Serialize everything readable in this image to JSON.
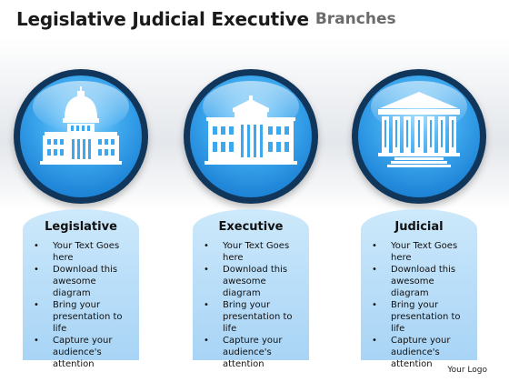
{
  "header": {
    "title": "Legislative Judicial Executive",
    "subtitle": "Branches"
  },
  "columns": [
    {
      "title": "Legislative",
      "icon": "capitol-building-icon",
      "bullets": [
        "Your Text Goes here",
        "Download this awesome diagram",
        "Bring your presentation to life",
        "Capture your audience's attention"
      ]
    },
    {
      "title": "Executive",
      "icon": "white-house-icon",
      "bullets": [
        "Your Text Goes here",
        "Download this awesome diagram",
        "Bring your presentation to life",
        "Capture your audience's attention"
      ]
    },
    {
      "title": "Judicial",
      "icon": "supreme-court-icon",
      "bullets": [
        "Your Text Goes here",
        "Download this awesome diagram",
        "Bring your presentation to life",
        "Capture your audience's attention"
      ]
    }
  ],
  "footer": {
    "logo": "Your Logo"
  },
  "colors": {
    "circle_ring": "#11365c",
    "circle_fill": "#1f86d8",
    "panel_fill": "#bde0f9"
  }
}
